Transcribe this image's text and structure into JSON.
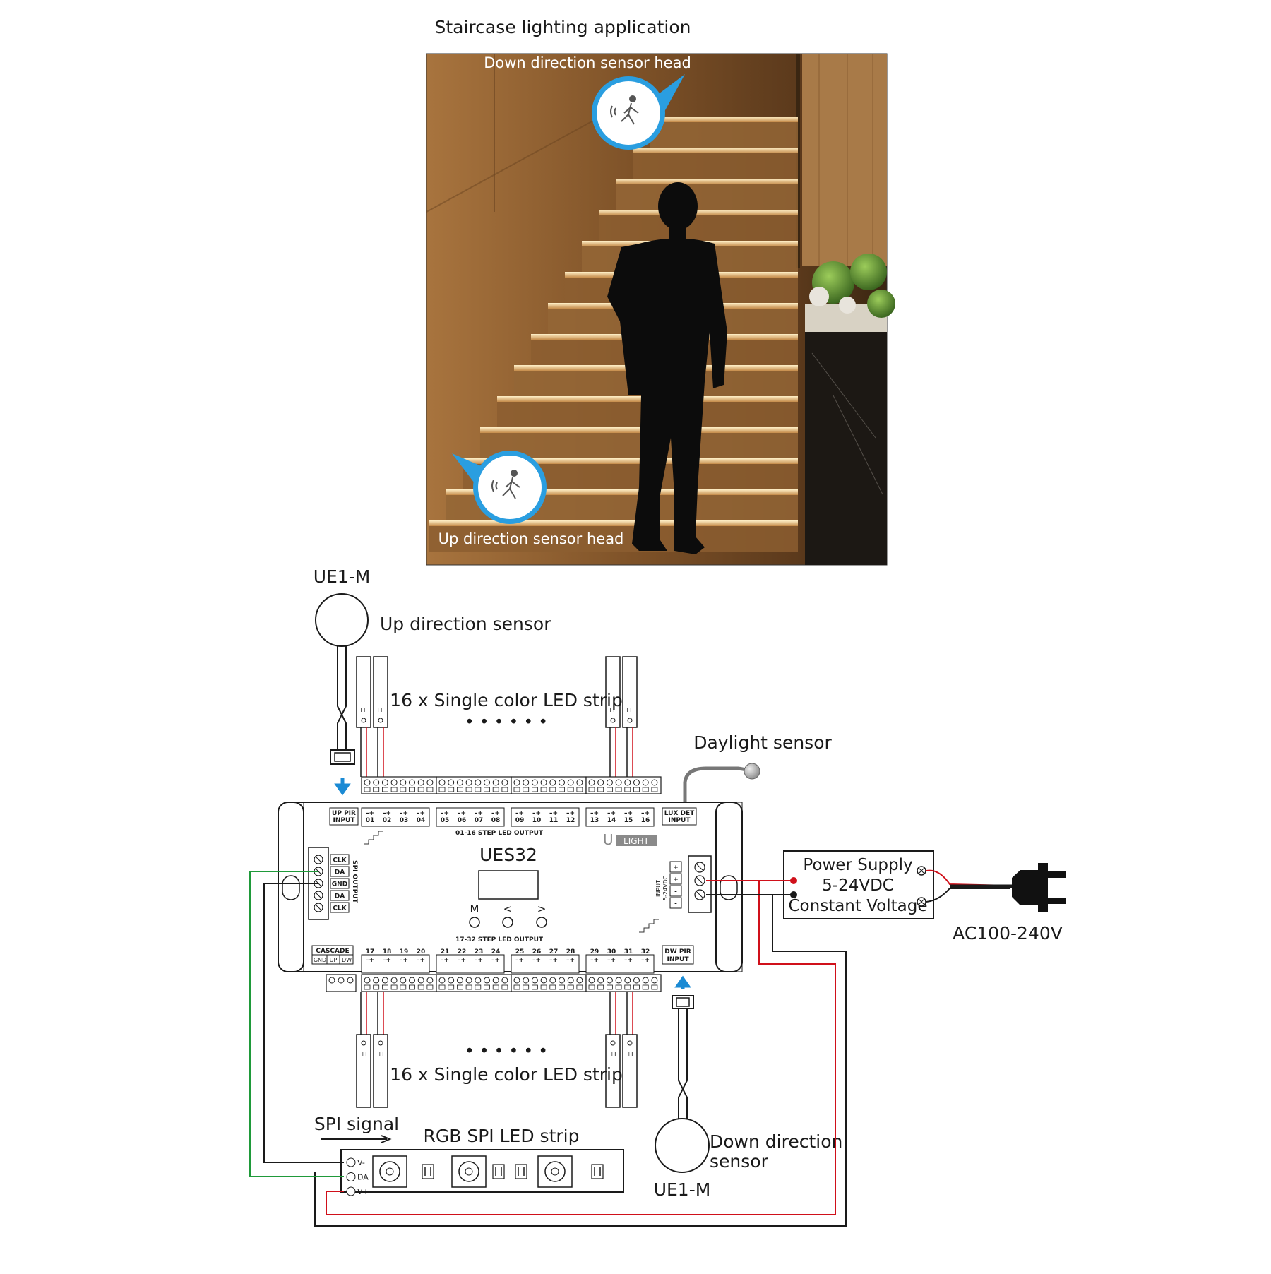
{
  "photo": {
    "title": "Staircase lighting application",
    "down_sensor_label": "Down direction sensor head",
    "up_sensor_label": "Up direction sensor head"
  },
  "sensors": {
    "up_model": "UE1-M",
    "up_label": "Up direction sensor",
    "down_model": "UE1-M",
    "down_label_line1": "Down direction",
    "down_label_line2": "sensor",
    "daylight_label": "Daylight sensor"
  },
  "strips": {
    "top_label": "16 x Single color LED strip",
    "bottom_label": "16 x Single color LED strip",
    "dots": "• • • • • •",
    "rgb_label": "RGB SPI LED strip",
    "spi_signal": "SPI signal",
    "rgb_pins": [
      "V-",
      "DA",
      "V+"
    ]
  },
  "controller": {
    "model": "UES32",
    "brand": "LIGHT",
    "brand_u": "U",
    "top_output_label": "01-16 STEP LED OUTPUT",
    "bottom_output_label": "17-32 STEP LED OUTPUT",
    "up_pir": [
      "UP PIR",
      "INPUT"
    ],
    "dw_pir": [
      "DW PIR",
      "INPUT"
    ],
    "lux_det": [
      "LUX DET",
      "INPUT"
    ],
    "cascade": "CASCADE",
    "cascade_pins": [
      "GND",
      "UP",
      "DW"
    ],
    "spi_pins": [
      "CLK",
      "DA",
      "GND",
      "DA",
      "CLK"
    ],
    "spi_output": "SPI OUTPUT",
    "input_label": "INPUT",
    "input_voltage": "5-24VDC",
    "buttons": [
      "M",
      "<",
      ">"
    ],
    "top_channels": [
      "01",
      "02",
      "03",
      "04",
      "05",
      "06",
      "07",
      "08",
      "09",
      "10",
      "11",
      "12",
      "13",
      "14",
      "15",
      "16"
    ],
    "bottom_channels": [
      "17",
      "18",
      "19",
      "20",
      "21",
      "22",
      "23",
      "24",
      "25",
      "26",
      "27",
      "28",
      "29",
      "30",
      "31",
      "32"
    ]
  },
  "power": {
    "line1": "Power Supply",
    "line2": "5-24VDC",
    "line3": "Constant Voltage",
    "ac": "AC100-240V"
  },
  "colors": {
    "wire_red": "#d0101a",
    "wire_green": "#1f9a3a",
    "wire_black": "#1a1a1a",
    "arrow_blue": "#1a8ad4",
    "sensor_badge_blue": "#2a9ee0"
  }
}
